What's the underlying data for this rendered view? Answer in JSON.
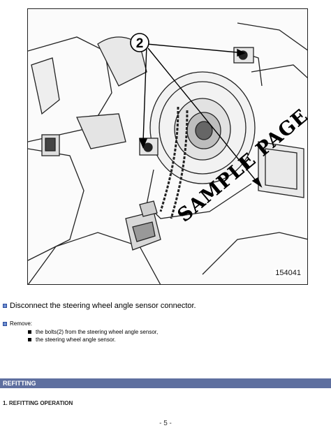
{
  "figure": {
    "callout_label": "2",
    "reference_number": "154041",
    "watermark": "SAMPLE PAGE"
  },
  "steps": {
    "disconnect": "Disconnect the steering wheel angle sensor connector.",
    "remove_label": "Remove:",
    "remove_items": [
      "the  bolts(2) from the steering wheel angle sensor,",
      "the steering wheel angle sensor."
    ]
  },
  "sections": {
    "refitting": "REFITTING",
    "refitting_operation": "1. REFITTING OPERATION"
  },
  "footer": {
    "page_number": "- 5 -"
  },
  "colors": {
    "section_bar": "#5e6f9f",
    "bullet": "#6f8fd0"
  }
}
